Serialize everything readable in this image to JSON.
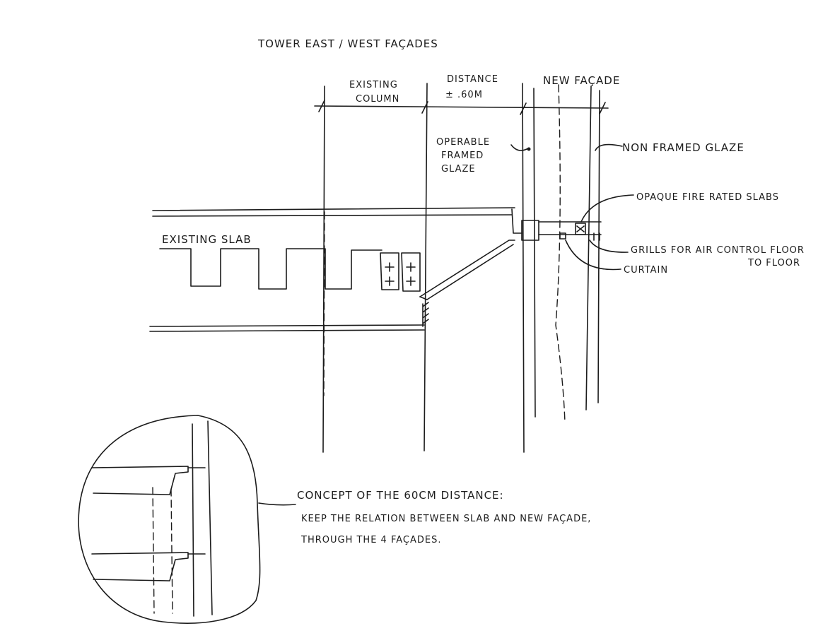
{
  "title": "TOWER EAST / WEST FAÇADES",
  "labels": {
    "existing_column_1": "EXISTING",
    "existing_column_2": "COLUMN",
    "distance_1": "DISTANCE",
    "distance_2": "± .60M",
    "new_facade": "NEW FAÇADE",
    "operable_1": "OPERABLE",
    "operable_2": "FRAMED",
    "operable_3": "GLAZE",
    "non_framed_glaze": "NON FRAMED GLAZE",
    "opaque_fire_rated": "OPAQUE FIRE RATED SLABS",
    "existing_slab": "EXISTING SLAB",
    "grills_1": "GRILLS FOR AIR CONTROL FLOOR",
    "grills_2": "TO FLOOR",
    "curtain": "CURTAIN"
  },
  "concept_note": {
    "line1": "CONCEPT OF THE 60CM DISTANCE:",
    "line2": "KEEP THE RELATION BETWEEN SLAB AND NEW FAÇADE,",
    "line3": "THROUGH THE 4 FAÇADES."
  },
  "ink_color": "#1c1c1c"
}
